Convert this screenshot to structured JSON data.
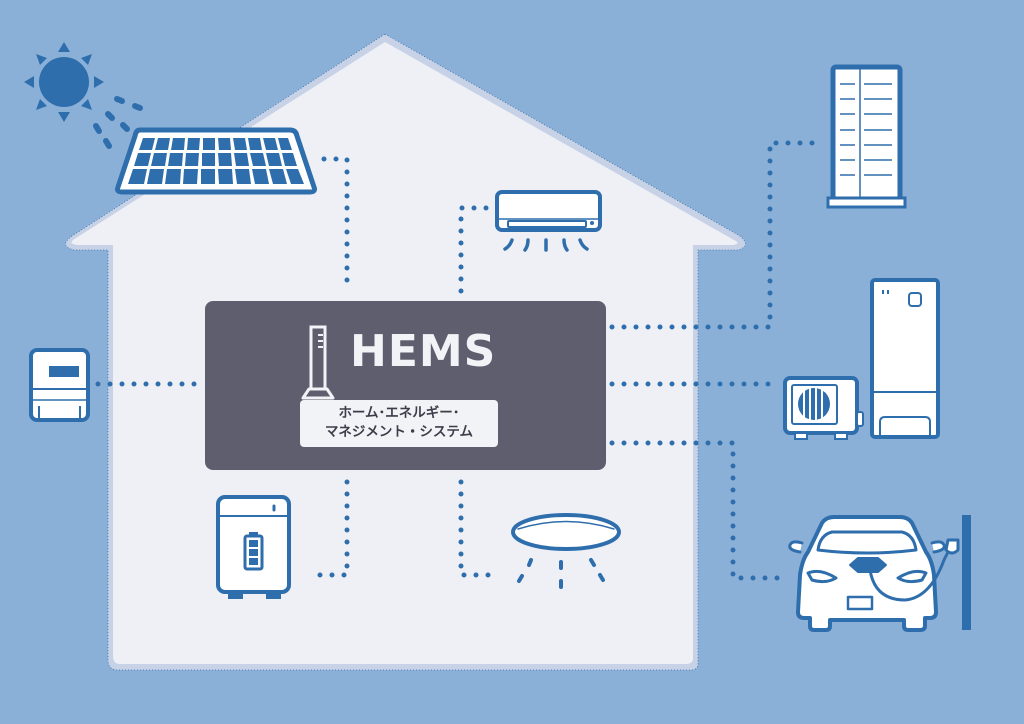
{
  "colors": {
    "background": "#8bb0d8",
    "house_fill": "#eef0f6",
    "house_border": "#c8d2e6",
    "icon_blue": "#2f6eac",
    "hems_box": "#5f5e6f",
    "hems_text": "#f2f3f7"
  },
  "hems": {
    "title": "HEMS",
    "subtitle_line1": "ホーム･エネルギー･",
    "subtitle_line2": "マネジメント・システム",
    "icon": "hems-controller-icon"
  },
  "devices": [
    {
      "id": "sun",
      "icon": "sun-icon",
      "location": "outside-top-left"
    },
    {
      "id": "solar-panel",
      "icon": "solar-panel-icon",
      "location": "roof"
    },
    {
      "id": "smart-meter",
      "icon": "smart-meter-icon",
      "location": "outside-left"
    },
    {
      "id": "air-conditioner",
      "icon": "air-conditioner-icon",
      "location": "inside-top"
    },
    {
      "id": "storage-battery",
      "icon": "storage-battery-icon",
      "location": "inside-bottom-left"
    },
    {
      "id": "ceiling-light",
      "icon": "ceiling-light-icon",
      "location": "inside-bottom"
    },
    {
      "id": "building",
      "icon": "building-icon",
      "location": "outside-top-right"
    },
    {
      "id": "heat-pump-water-heater",
      "icon": "heat-pump-water-heater-icon",
      "location": "outside-right"
    },
    {
      "id": "electric-vehicle",
      "icon": "electric-vehicle-charging-icon",
      "location": "outside-bottom-right"
    }
  ],
  "connections": [
    "solar-panel → HEMS",
    "air-conditioner → HEMS",
    "smart-meter → HEMS",
    "storage-battery → HEMS",
    "ceiling-light → HEMS",
    "HEMS → building",
    "HEMS → heat-pump-water-heater",
    "HEMS → electric-vehicle"
  ]
}
